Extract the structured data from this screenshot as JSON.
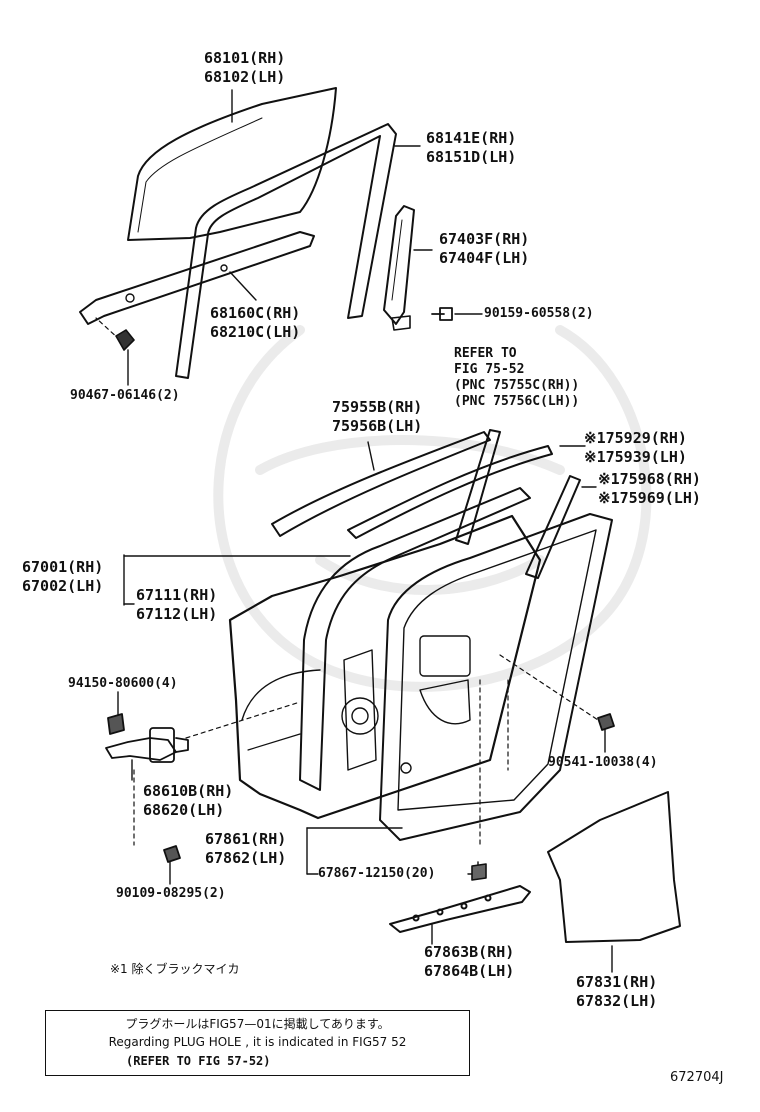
{
  "parts": [
    {
      "id": "glass",
      "l1": "68101(RH)",
      "l2": "68102(LH)"
    },
    {
      "id": "run-channel",
      "l1": "68141E(RH)",
      "l2": "68151D(LH)"
    },
    {
      "id": "rear-channel",
      "l1": "67403F(RH)",
      "l2": "67404F(LH)"
    },
    {
      "id": "bolt-90159",
      "l1": "90159-60558(2)"
    },
    {
      "id": "front-channel",
      "l1": "68160C(RH)",
      "l2": "68210C(LH)"
    },
    {
      "id": "clip-90467",
      "l1": "90467-06146(2)"
    },
    {
      "id": "weatherstrip-75955",
      "l1": "75955B(RH)",
      "l2": "75956B(LH)"
    },
    {
      "id": "moulding-75929",
      "l1": "※175929(RH)",
      "l2": "※175939(LH)"
    },
    {
      "id": "moulding-75968",
      "l1": "※175968(RH)",
      "l2": "※175969(LH)"
    },
    {
      "id": "door-panel",
      "l1": "67001(RH)",
      "l2": "67002(LH)"
    },
    {
      "id": "door-frame",
      "l1": "67111(RH)",
      "l2": "67112(LH)"
    },
    {
      "id": "bolt-94150",
      "l1": "94150-80600(4)"
    },
    {
      "id": "door-check",
      "l1": "68610B(RH)",
      "l2": "68620(LH)"
    },
    {
      "id": "bolt-90541",
      "l1": "90541-10038(4)"
    },
    {
      "id": "door-weatherstrip",
      "l1": "67861(RH)",
      "l2": "67862(LH)"
    },
    {
      "id": "clip-67867",
      "l1": "67867-12150(20)"
    },
    {
      "id": "bolt-90109",
      "l1": "90109-08295(2)"
    },
    {
      "id": "lower-moulding",
      "l1": "67863B(RH)",
      "l2": "67864B(LH)"
    },
    {
      "id": "service-cover",
      "l1": "67831(RH)",
      "l2": "67832(LH)"
    }
  ],
  "refer": {
    "l1": "REFER TO",
    "l2": "FIG 75-52",
    "l3": "(PNC 75755C(RH))",
    "l4": "(PNC 75756C(LH))"
  },
  "footnote": "※1 除くブラックマイカ",
  "note_box": {
    "line1": "プラグホールはFIG57—01に掲載してあります。",
    "line2": "Regarding PLUG HOLE , it is indicated in FIG57  52",
    "line3": "(REFER TO FIG 57-52)"
  },
  "diagram_code": "672704J"
}
